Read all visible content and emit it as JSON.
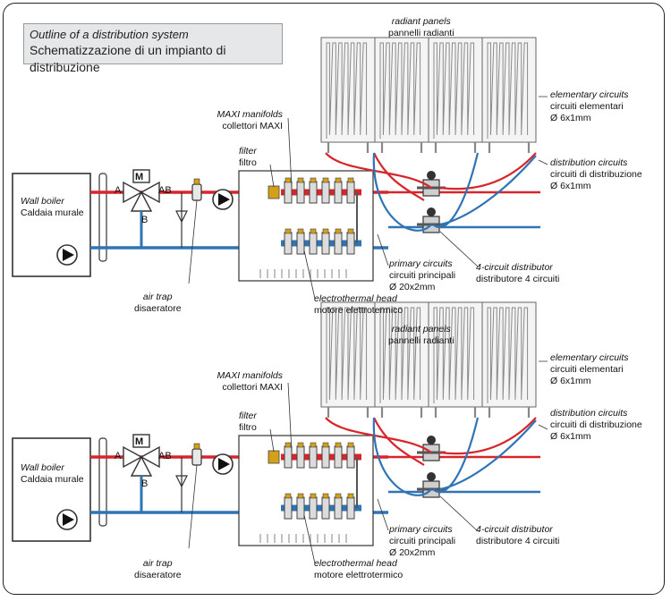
{
  "title": {
    "en": "Outline of a distribution system",
    "it": "Schematizzazione di un impianto di distribuzione"
  },
  "labels": {
    "wall_boiler": {
      "en": "Wall boiler",
      "it": "Caldaia murale"
    },
    "air_trap": {
      "en": "air trap",
      "it": "disaeratore"
    },
    "maxi_manifolds": {
      "en": "MAXI manifolds",
      "it": "collettori MAXI"
    },
    "filter": {
      "en": "filter",
      "it": "filtro"
    },
    "radiant_panels": {
      "en": "radiant panels",
      "it": "pannelli radianti"
    },
    "elementary_circuits": {
      "en": "elementary circuits",
      "it": "circuiti elementari",
      "dim": "Ø 6x1mm"
    },
    "distribution_circuits": {
      "en": "distribution circuits",
      "it": "circuiti di distribuzione",
      "dim": "Ø 6x1mm"
    },
    "primary_circuits": {
      "en": "primary circuits",
      "it": "circuiti principali",
      "dim": "Ø 20x2mm"
    },
    "distributor": {
      "en": "4-circuit distributor",
      "it": "distributore 4 circuiti"
    },
    "electrothermal_head": {
      "en": "electrothermal head",
      "it": "motore elettrotermico"
    }
  },
  "valve_ports": {
    "a": "A",
    "ab": "AB",
    "b": "B",
    "m": "M"
  },
  "colors": {
    "supply": "#d7262b",
    "return": "#2f74b5",
    "outline": "#333333",
    "title_bg": "#e6e7e8"
  },
  "icons": [
    "circulator-pump-icon",
    "three-way-mixing-valve-icon",
    "air-trap-icon",
    "filter-icon",
    "manifold-icon",
    "distributor-icon",
    "radiant-panel-icon"
  ]
}
